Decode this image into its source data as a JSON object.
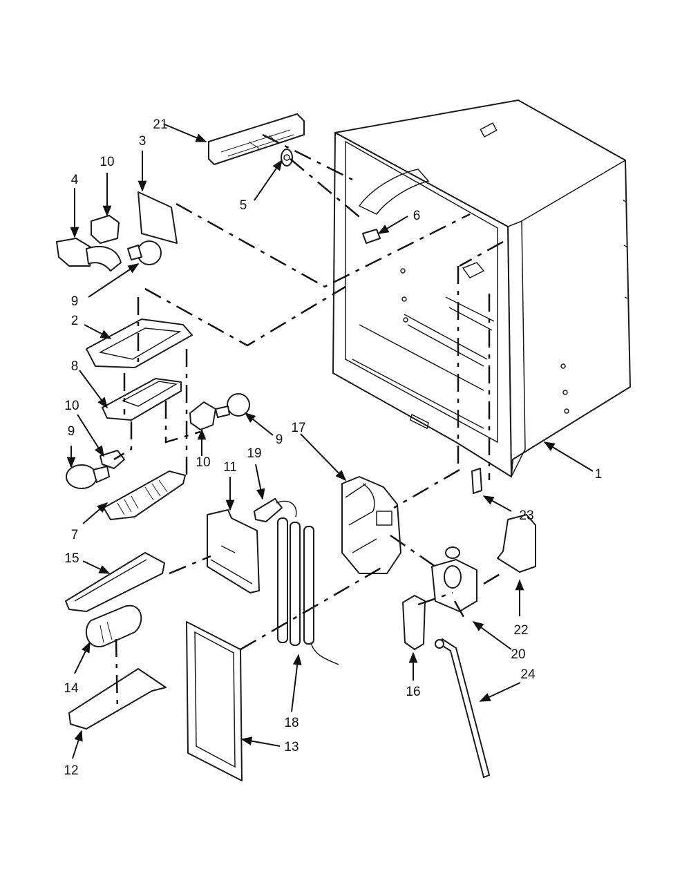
{
  "callouts": {
    "c1": "1",
    "c2": "2",
    "c3": "3",
    "c4": "4",
    "c5": "5",
    "c6": "6",
    "c7": "7",
    "c8": "8",
    "c9a": "9",
    "c9b": "9",
    "c9c": "9",
    "c10a": "10",
    "c10b": "10",
    "c10c": "10",
    "c11": "11",
    "c12": "12",
    "c13": "13",
    "c14": "14",
    "c15": "15",
    "c16": "16",
    "c17": "17",
    "c18": "18",
    "c19": "19",
    "c20": "20",
    "c21": "21",
    "c22": "22",
    "c23": "23",
    "c24": "24"
  }
}
